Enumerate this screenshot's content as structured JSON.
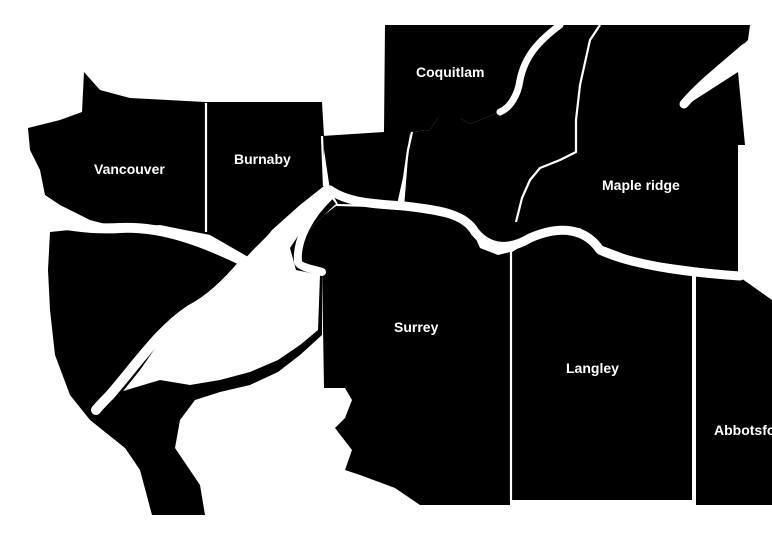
{
  "map": {
    "colors": {
      "land": "#000000",
      "water": "#ffffff",
      "label": "#ffffff"
    },
    "regions": [
      {
        "id": "vancouver",
        "label": "Vancouver"
      },
      {
        "id": "burnaby",
        "label": "Burnaby"
      },
      {
        "id": "coquitlam",
        "label": "Coquitlam"
      },
      {
        "id": "maple-ridge",
        "label": "Maple ridge"
      },
      {
        "id": "surrey",
        "label": "Surrey"
      },
      {
        "id": "langley",
        "label": "Langley"
      },
      {
        "id": "abbotsford",
        "label": "Abbotsfo"
      }
    ]
  }
}
